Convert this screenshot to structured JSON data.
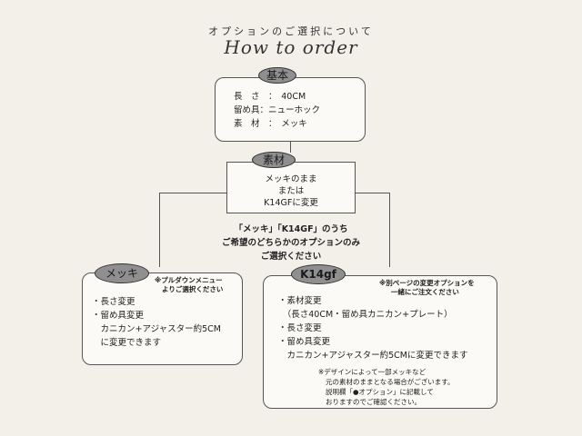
{
  "header": {
    "title_jp": "オプションのご選択について",
    "title_en": "How to order"
  },
  "basic": {
    "badge": "基本",
    "lines": [
      "長　さ　：　40CM",
      "留め具：ニューホック",
      "素　材　：　メッキ"
    ]
  },
  "material": {
    "badge": "素材",
    "lines": [
      "メッキのまま",
      "または",
      "K14GFに変更"
    ]
  },
  "choice_note": {
    "lines": [
      "「メッキ」「K14GF」のうち",
      "ご希望のどちらかのオプションのみ",
      "ご選択ください"
    ]
  },
  "mekki": {
    "badge": "メッキ",
    "side_note": [
      "※プルダウンメニュー",
      "よりご選択ください"
    ],
    "lines": [
      "・長さ変更",
      "・留め具変更",
      "　カニカン+アジャスター約5CM",
      "　に変更できます"
    ]
  },
  "k14gf": {
    "badge": "K14gf",
    "side_note": [
      "※別ページの変更オプションを",
      "一緒にご注文ください"
    ],
    "lines": [
      "・素材変更",
      "　（長さ40CM・留め具カニカン+プレート）",
      "・長さ変更",
      "・留め具変更",
      "　カニカン+アジャスター約5CMに変更できます"
    ],
    "footnote": [
      "※デザインによって一部メッキなど",
      "元の素材のままとなる場合がございます。",
      "説明欄「●オプション」に記載して",
      "おりますのでご確認ください。"
    ]
  }
}
